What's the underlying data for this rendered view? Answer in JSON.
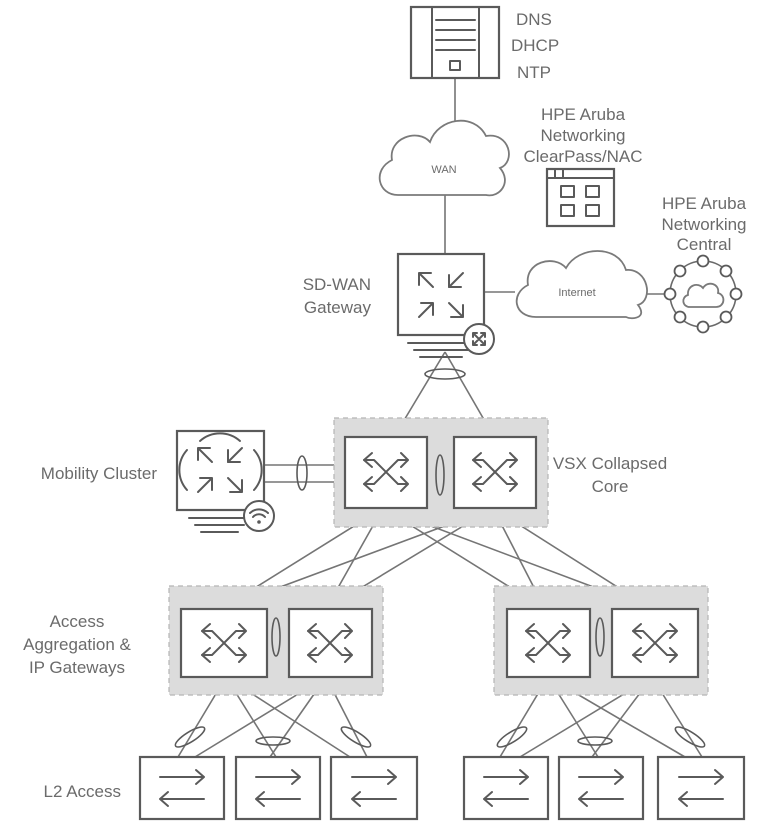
{
  "server": {
    "services": [
      "DNS",
      "DHCP",
      "NTP"
    ]
  },
  "wan": {
    "label": "WAN"
  },
  "internet": {
    "label": "Internet"
  },
  "clearpass": {
    "label_lines": [
      "HPE Aruba",
      "Networking",
      "ClearPass/NAC"
    ]
  },
  "central": {
    "label_lines": [
      "HPE Aruba",
      "Networking",
      "Central"
    ]
  },
  "sdwan": {
    "label_lines": [
      "SD-WAN",
      "Gateway"
    ]
  },
  "mobility": {
    "label": "Mobility Cluster"
  },
  "core": {
    "label_lines": [
      "VSX Collapsed",
      "Core"
    ]
  },
  "aggregation": {
    "label_lines": [
      "Access",
      "Aggregation &",
      "IP Gateways"
    ]
  },
  "access": {
    "label": "L2 Access"
  },
  "colors": {
    "line": "#757575",
    "device": "#5a5a5a",
    "group_fill": "#dcdcdc",
    "text": "#6b6b6b"
  }
}
